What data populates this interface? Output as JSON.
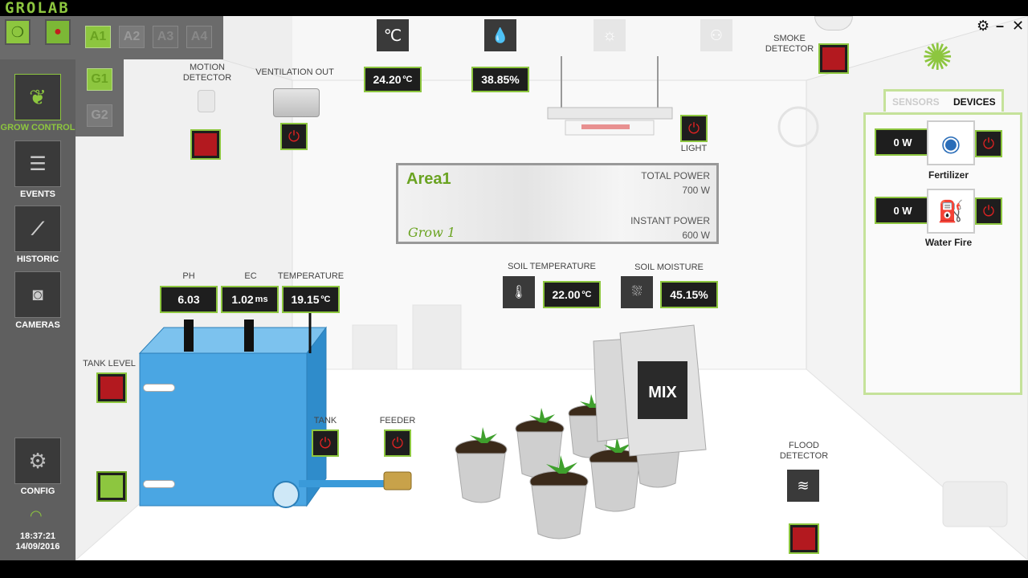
{
  "app": {
    "logo": "GROLAB"
  },
  "top_buttons": {
    "area_tabs": [
      "A1",
      "A2",
      "A3",
      "A4"
    ],
    "grow_tabs": [
      "G1",
      "G2"
    ]
  },
  "nav": {
    "items": [
      {
        "label": "GROW CONTROL",
        "icon": "plant-icon",
        "active": true
      },
      {
        "label": "EVENTS",
        "icon": "events-list-icon"
      },
      {
        "label": "HISTORIC",
        "icon": "chart-icon"
      },
      {
        "label": "CAMERAS",
        "icon": "camera-icon"
      },
      {
        "label": "CONFIG",
        "icon": "gears-icon"
      }
    ]
  },
  "clock": {
    "time": "18:37:21",
    "date": "14/09/2016"
  },
  "sensors": {
    "air_temp": {
      "value": "24.20",
      "unit": "ºC"
    },
    "humidity": {
      "value": "38.85%"
    }
  },
  "room_labels": {
    "motion": "MOTION\nDETECTOR",
    "ventilation": "VENTILATION OUT",
    "smoke": "SMOKE\nDETECTOR",
    "light": "LIGHT",
    "tank_level": "TANK LEVEL",
    "tank": "TANK",
    "feeder": "FEEDER",
    "flood": "FLOOD\nDETECTOR",
    "ph": "PH",
    "ec": "EC",
    "temperature": "TEMPERATURE",
    "soil_temp": "SOIL TEMPERATURE",
    "soil_moisture": "SOIL MOISTURE"
  },
  "tank_values": {
    "ph": "6.03",
    "ec": {
      "value": "1.02",
      "unit": "ms"
    },
    "temperature": {
      "value": "19.15",
      "unit": "ºC"
    }
  },
  "soil": {
    "temperature": {
      "value": "22.00",
      "unit": "ºC"
    },
    "moisture": "45.15%"
  },
  "area_card": {
    "name": "Area1",
    "grow": "Grow 1",
    "total_power_label": "TOTAL POWER",
    "total_power": "700 W",
    "instant_power_label": "INSTANT POWER",
    "instant_power": "600 W"
  },
  "devices_panel": {
    "tabs": [
      "SENSORS",
      "DEVICES"
    ],
    "active_tab": "DEVICES",
    "devices": [
      {
        "name": "Fertilizer",
        "power": "0 W",
        "icon": "pump-icon"
      },
      {
        "name": "Water Fire",
        "power": "0 W",
        "icon": "valve-icon"
      }
    ]
  },
  "bags": {
    "label": "MIX"
  },
  "colors": {
    "accent": "#8dc63f",
    "alarm": "#b3191f",
    "dark": "#1e1e1e",
    "water": "#3a9ad9"
  }
}
